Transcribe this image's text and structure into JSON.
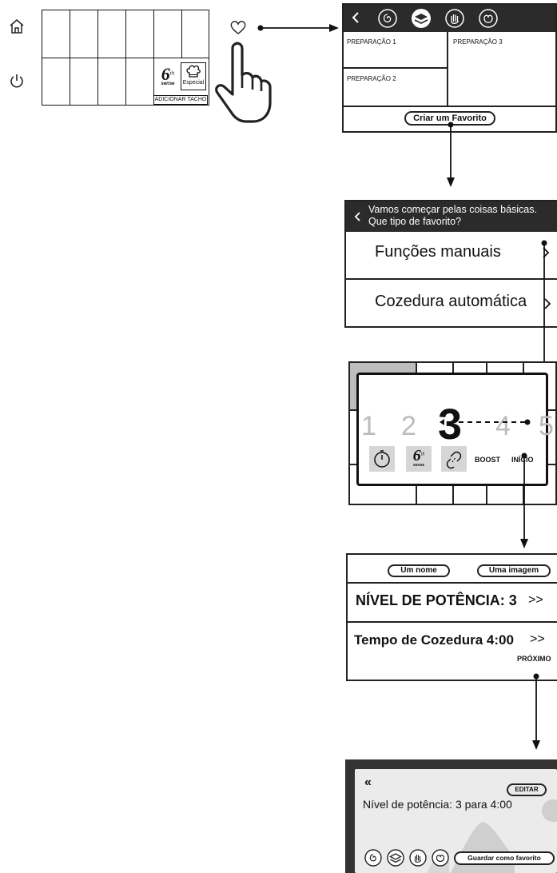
{
  "hob": {
    "home_icon": "home-icon",
    "power_icon": "power-icon",
    "sixth_sense": {
      "num": "6",
      "sup": "th",
      "word": "sense"
    },
    "especial_label": "Especial",
    "add_pan_label": "ADICIONAR TACHO"
  },
  "favorites_screen": {
    "tab_icons": [
      "steam-icon",
      "layers-icon",
      "hand-icon",
      "pan-icon"
    ],
    "prep1": "PREPARAÇÃO 1",
    "prep2": "PREPARAÇÃO 2",
    "prep3": "PREPARAÇÃO 3",
    "create_button": "Criar um Favorito"
  },
  "type_screen": {
    "header_line1": "Vamos começar pelas coisas básicas.",
    "header_line2": "Que tipo de favorito?",
    "option_manual": "Funções manuais",
    "option_auto": "Cozedura automática"
  },
  "power_screen": {
    "levels": [
      "1",
      "2",
      "3",
      "4",
      "5"
    ],
    "selected_level": "3",
    "boost_label": "BOOST",
    "start_label": "INÍCIO"
  },
  "naming_screen": {
    "name_button": "Um nome",
    "image_button": "Uma imagem",
    "power_row": "NÍVEL DE POTÊNCIA: 3",
    "power_chevrons": ">>",
    "time_row": "Tempo de Cozedura 4:00",
    "time_chevrons": ">>",
    "next_label": "PRÓXIMO"
  },
  "summary_screen": {
    "back_label": "«",
    "edit_button": "EDITAR",
    "summary_text": "Nível de potência: 3 para 4:00",
    "save_button": "Guardar como favorito"
  }
}
